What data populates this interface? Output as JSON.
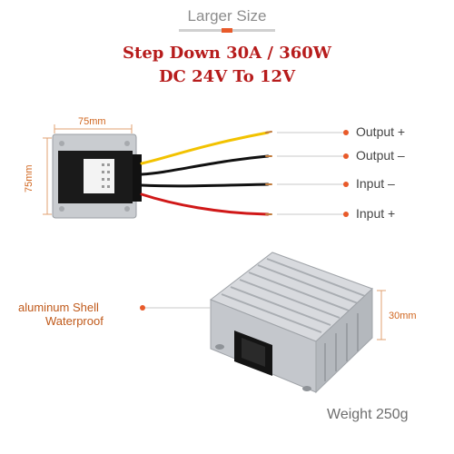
{
  "header": {
    "title": "Larger Size"
  },
  "headline": {
    "line1": "Step Down 30A / 360W",
    "line2": "DC 24V To 12V"
  },
  "dimensions": {
    "width": "75mm",
    "height": "75mm",
    "thickness": "30mm"
  },
  "wires": [
    {
      "label": "Output +",
      "color": "#f2c200"
    },
    {
      "label": "Output  –",
      "color": "#111111"
    },
    {
      "label": "Input  –",
      "color": "#111111"
    },
    {
      "label": "Input +",
      "color": "#d01818"
    }
  ],
  "shell": {
    "line1": "aluminum Shell",
    "line2": "Waterproof"
  },
  "weight": "Weight 250g",
  "colors": {
    "accent": "#e85a2a",
    "headline": "#b71c1c",
    "dimension": "#d0661f"
  }
}
